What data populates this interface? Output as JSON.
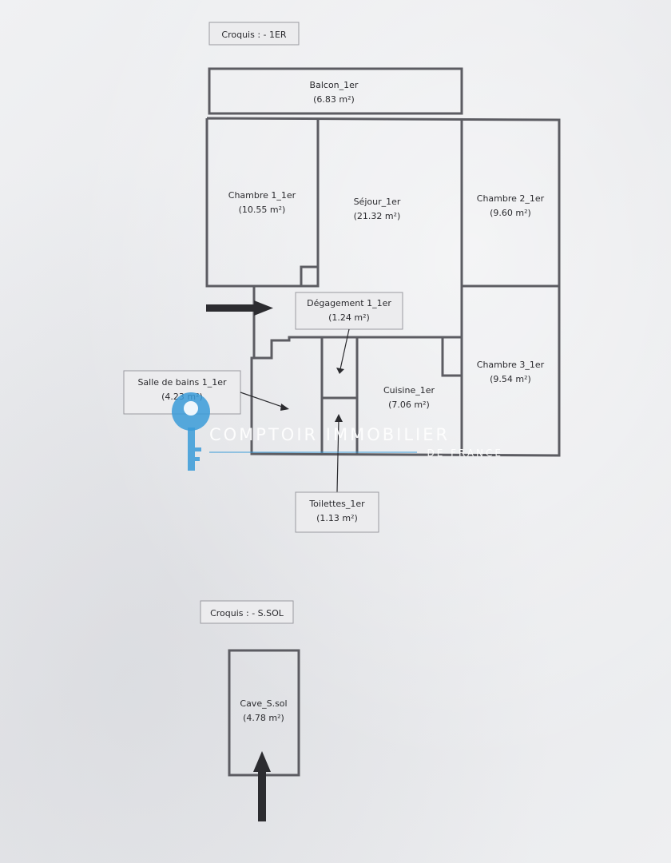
{
  "captions": {
    "first_floor": "Croquis : - 1ER",
    "basement": "Croquis : - S.SOL"
  },
  "rooms": {
    "balcon": {
      "name": "Balcon_1er",
      "area": "(6.83 m²)"
    },
    "chambre1": {
      "name": "Chambre 1_1er",
      "area": "(10.55 m²)"
    },
    "sejour": {
      "name": "Séjour_1er",
      "area": "(21.32 m²)"
    },
    "chambre2": {
      "name": "Chambre 2_1er",
      "area": "(9.60 m²)"
    },
    "degagement": {
      "name": "Dégagement 1_1er",
      "area": "(1.24 m²)"
    },
    "chambre3": {
      "name": "Chambre 3_1er",
      "area": "(9.54 m²)"
    },
    "salle_de_bains": {
      "name": "Salle de bains 1_1er",
      "area": "(4.23 m²)"
    },
    "cuisine": {
      "name": "Cuisine_1er",
      "area": "(7.06 m²)"
    },
    "toilettes": {
      "name": "Toilettes_1er",
      "area": "(1.13 m²)"
    },
    "cave": {
      "name": "Cave_S.sol",
      "area": "(4.78 m²)"
    }
  },
  "watermark": {
    "brand": "COMPTOIR IMMOBILIER",
    "sub": "DE FRANCE",
    "color": "#3a9bd8"
  }
}
